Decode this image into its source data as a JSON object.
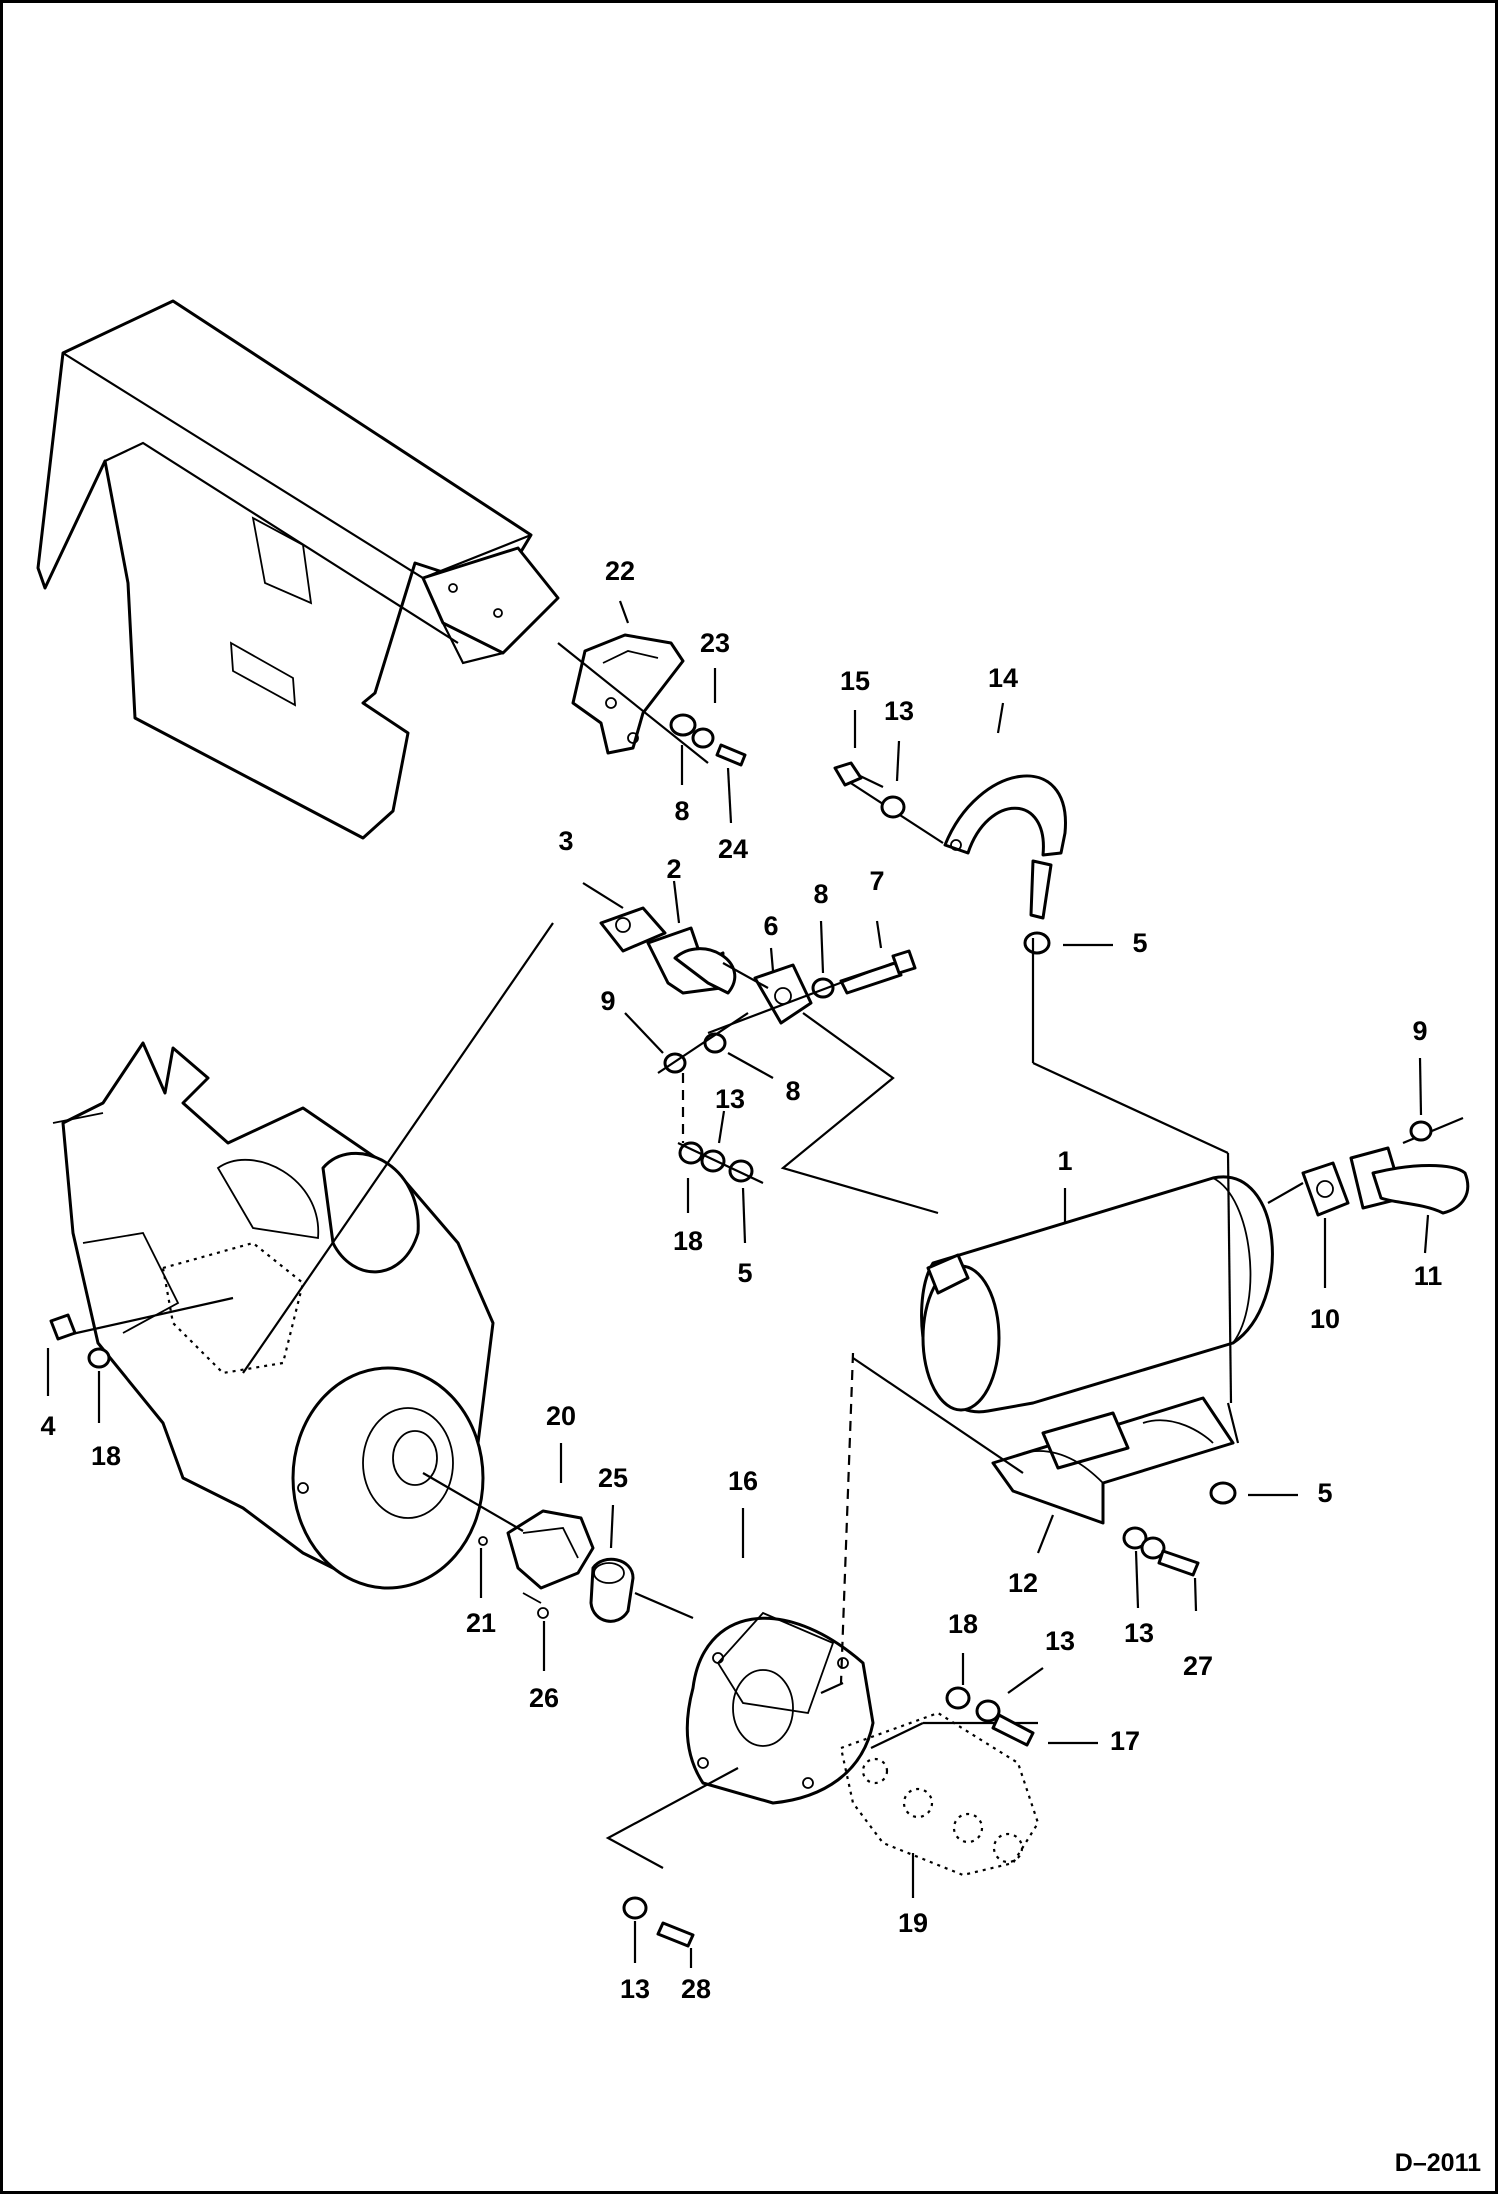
{
  "drawing_number": "D–2011",
  "callouts": [
    {
      "id": "c1",
      "label": "1"
    },
    {
      "id": "c2",
      "label": "2"
    },
    {
      "id": "c3",
      "label": "3"
    },
    {
      "id": "c4",
      "label": "4"
    },
    {
      "id": "c5a",
      "label": "5"
    },
    {
      "id": "c5b",
      "label": "5"
    },
    {
      "id": "c5c",
      "label": "5"
    },
    {
      "id": "c6",
      "label": "6"
    },
    {
      "id": "c7",
      "label": "7"
    },
    {
      "id": "c8a",
      "label": "8"
    },
    {
      "id": "c8b",
      "label": "8"
    },
    {
      "id": "c8c",
      "label": "8"
    },
    {
      "id": "c9a",
      "label": "9"
    },
    {
      "id": "c9b",
      "label": "9"
    },
    {
      "id": "c10",
      "label": "10"
    },
    {
      "id": "c11",
      "label": "11"
    },
    {
      "id": "c12",
      "label": "12"
    },
    {
      "id": "c13a",
      "label": "13"
    },
    {
      "id": "c13b",
      "label": "13"
    },
    {
      "id": "c13c",
      "label": "13"
    },
    {
      "id": "c13d",
      "label": "13"
    },
    {
      "id": "c13e",
      "label": "13"
    },
    {
      "id": "c14",
      "label": "14"
    },
    {
      "id": "c15",
      "label": "15"
    },
    {
      "id": "c16",
      "label": "16"
    },
    {
      "id": "c17",
      "label": "17"
    },
    {
      "id": "c18a",
      "label": "18"
    },
    {
      "id": "c18b",
      "label": "18"
    },
    {
      "id": "c18c",
      "label": "18"
    },
    {
      "id": "c19",
      "label": "19"
    },
    {
      "id": "c20",
      "label": "20"
    },
    {
      "id": "c21",
      "label": "21"
    },
    {
      "id": "c22",
      "label": "22"
    },
    {
      "id": "c23",
      "label": "23"
    },
    {
      "id": "c24",
      "label": "24"
    },
    {
      "id": "c25",
      "label": "25"
    },
    {
      "id": "c26",
      "label": "26"
    },
    {
      "id": "c27",
      "label": "27"
    },
    {
      "id": "c28",
      "label": "28"
    }
  ]
}
